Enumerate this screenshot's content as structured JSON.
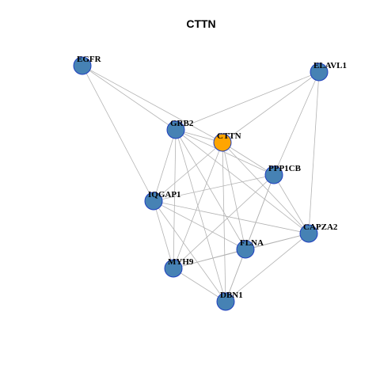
{
  "title": "CTTN",
  "colors": {
    "node_fill": "#4682b4",
    "node_focus_fill": "#ffa500",
    "node_stroke": "#1f3fbf",
    "edge": "#b3b3b3"
  },
  "nodes": [
    {
      "id": "EGFR",
      "label": "EGFR",
      "focus": false
    },
    {
      "id": "ELAVL1",
      "label": "ELAVL1",
      "focus": false
    },
    {
      "id": "GRB2",
      "label": "GRB2",
      "focus": false
    },
    {
      "id": "CTTN",
      "label": "CTTN",
      "focus": true
    },
    {
      "id": "PPP1CB",
      "label": "PPP1CB",
      "focus": false
    },
    {
      "id": "IQGAP1",
      "label": "IQGAP1",
      "focus": false
    },
    {
      "id": "CAPZA2",
      "label": "CAPZA2",
      "focus": false
    },
    {
      "id": "FLNA",
      "label": "FLNA",
      "focus": false
    },
    {
      "id": "MYH9",
      "label": "MYH9",
      "focus": false
    },
    {
      "id": "DBN1",
      "label": "DBN1",
      "focus": false
    }
  ],
  "edges": [
    [
      "EGFR",
      "GRB2"
    ],
    [
      "EGFR",
      "CTTN"
    ],
    [
      "EGFR",
      "IQGAP1"
    ],
    [
      "ELAVL1",
      "GRB2"
    ],
    [
      "ELAVL1",
      "CTTN"
    ],
    [
      "ELAVL1",
      "PPP1CB"
    ],
    [
      "ELAVL1",
      "CAPZA2"
    ],
    [
      "GRB2",
      "CTTN"
    ],
    [
      "GRB2",
      "PPP1CB"
    ],
    [
      "GRB2",
      "IQGAP1"
    ],
    [
      "GRB2",
      "FLNA"
    ],
    [
      "GRB2",
      "MYH9"
    ],
    [
      "GRB2",
      "DBN1"
    ],
    [
      "GRB2",
      "CAPZA2"
    ],
    [
      "CTTN",
      "PPP1CB"
    ],
    [
      "CTTN",
      "IQGAP1"
    ],
    [
      "CTTN",
      "FLNA"
    ],
    [
      "CTTN",
      "MYH9"
    ],
    [
      "CTTN",
      "DBN1"
    ],
    [
      "CTTN",
      "CAPZA2"
    ],
    [
      "PPP1CB",
      "IQGAP1"
    ],
    [
      "PPP1CB",
      "CAPZA2"
    ],
    [
      "PPP1CB",
      "FLNA"
    ],
    [
      "PPP1CB",
      "MYH9"
    ],
    [
      "PPP1CB",
      "DBN1"
    ],
    [
      "IQGAP1",
      "FLNA"
    ],
    [
      "IQGAP1",
      "MYH9"
    ],
    [
      "IQGAP1",
      "DBN1"
    ],
    [
      "IQGAP1",
      "CAPZA2"
    ],
    [
      "CAPZA2",
      "FLNA"
    ],
    [
      "CAPZA2",
      "MYH9"
    ],
    [
      "CAPZA2",
      "DBN1"
    ],
    [
      "FLNA",
      "MYH9"
    ],
    [
      "FLNA",
      "DBN1"
    ],
    [
      "MYH9",
      "DBN1"
    ]
  ]
}
